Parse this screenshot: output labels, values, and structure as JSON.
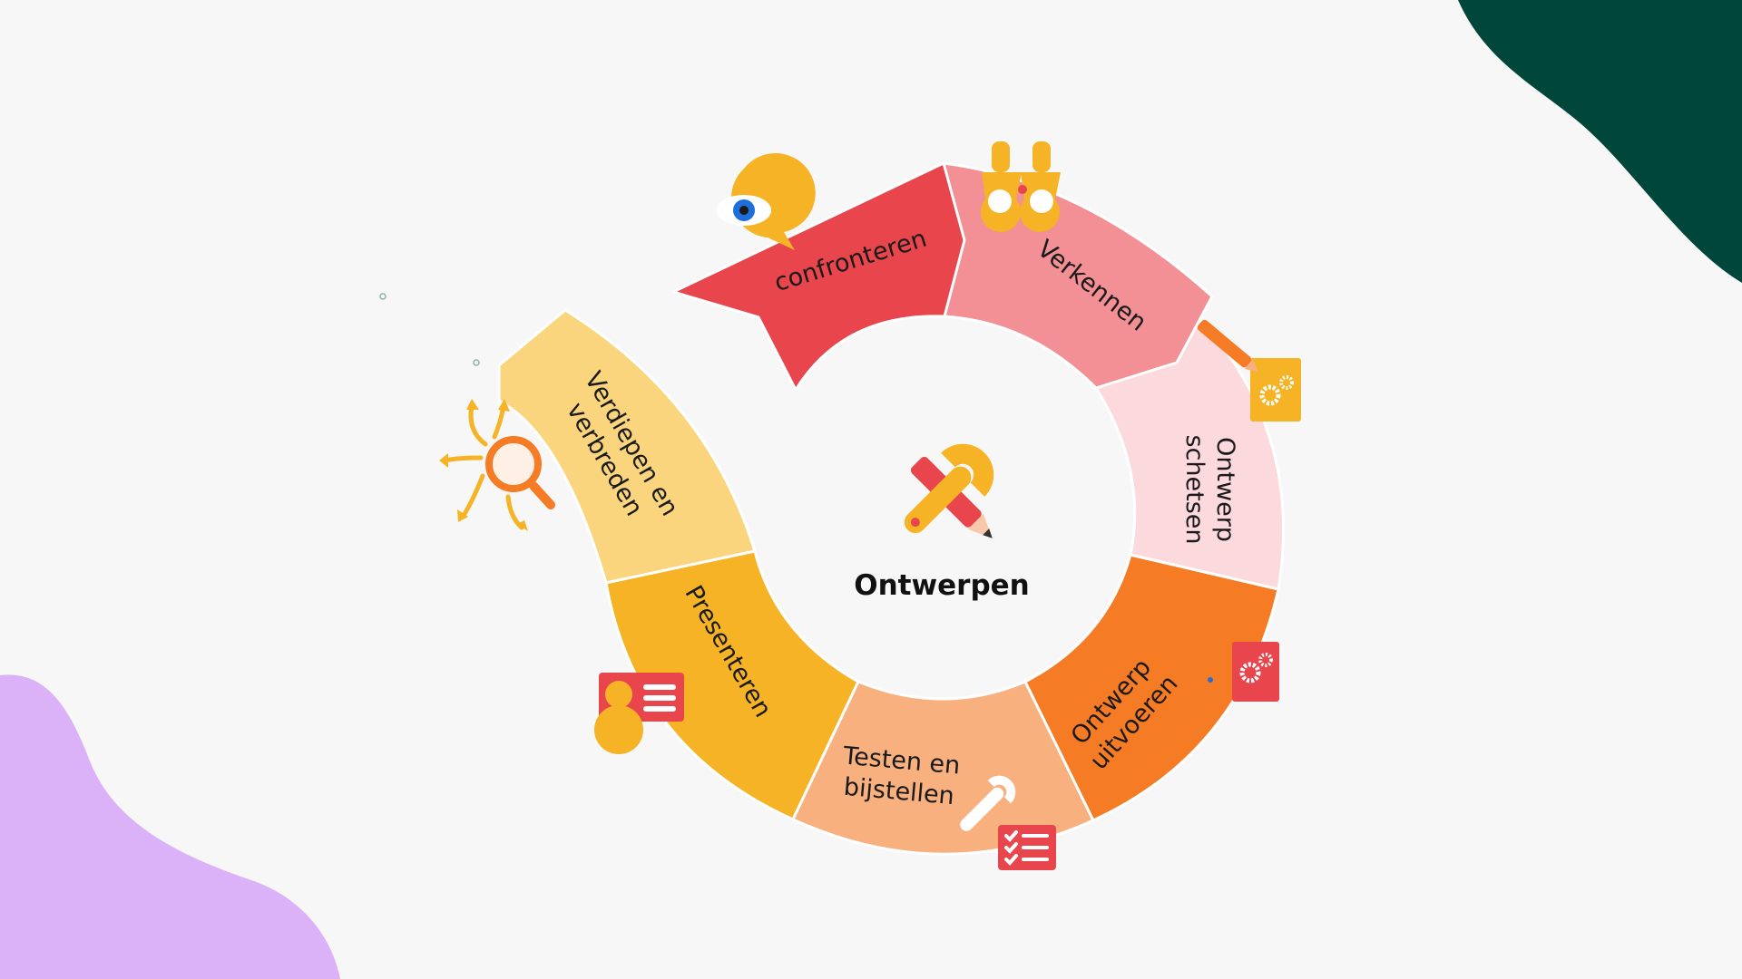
{
  "diagram": {
    "center_title": "Ontwerpen",
    "center_icon": "pencil-wrench-icon",
    "steps": [
      {
        "label": "confronteren",
        "icon": "eye-speech-bubble-icon",
        "color": "#e8454c"
      },
      {
        "label": "Verkennen",
        "icon": "binoculars-icon",
        "color": "#f29095"
      },
      {
        "label_line1": "Ontwerp",
        "label_line2": "schetsen",
        "icon": "pencil-gears-icon",
        "color": "#fcd9dc"
      },
      {
        "label_line1": "Ontwerp",
        "label_line2": "uitvoeren",
        "icon": "wrench-gears-icon",
        "color": "#f57b24"
      },
      {
        "label_line1": "Testen en",
        "label_line2": "bijstellen",
        "icon": "wrench-checklist-icon",
        "color": "#f8b07e"
      },
      {
        "label": "Presenteren",
        "icon": "person-card-icon",
        "color": "#f5b325"
      },
      {
        "label_line1": "Verdiepen en",
        "label_line2": "verbreden",
        "icon": "magnifier-arrows-icon",
        "color": "#fad57d"
      }
    ]
  },
  "decor": {
    "blob_top_right_color": "#00463a",
    "blob_bottom_left_color": "#dbb1f8",
    "background_color": "#f7f7f7"
  }
}
